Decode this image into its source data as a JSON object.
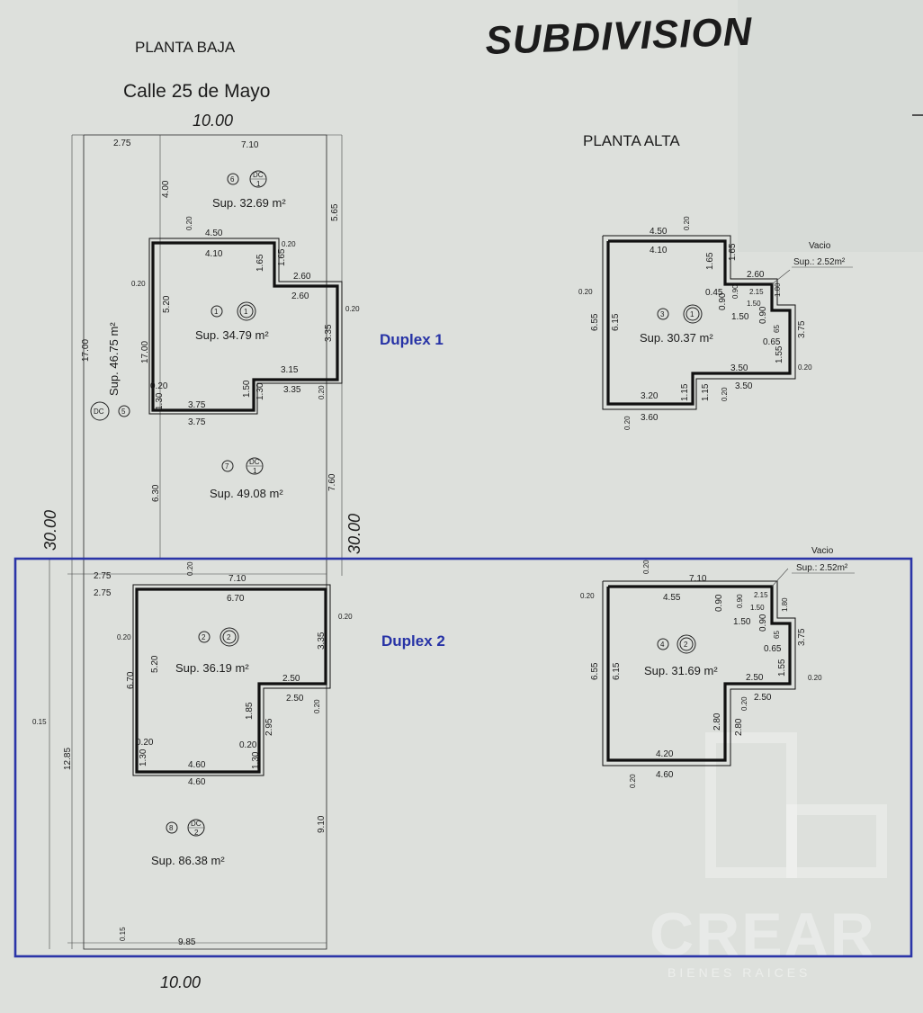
{
  "title": "SUBDIVISION",
  "ground_floor": {
    "heading": "PLANTA BAJA",
    "street": "Calle 25 de Mayo",
    "front_width": "10.00",
    "bottom_width": "10.00",
    "left_depth": "30.00",
    "right_depth": "30.00"
  },
  "upper_floor": {
    "heading": "PLANTA ALTA"
  },
  "labels": {
    "duplex1": "Duplex 1",
    "duplex2": "Duplex 2"
  },
  "lots": {
    "lot6": {
      "num": "6",
      "badge_top": "DC",
      "badge_bottom": "1",
      "area": "Sup. 32.69 m²"
    },
    "lot1": {
      "num": "1",
      "badge": "1",
      "area": "Sup. 34.79 m²"
    },
    "lot5": {
      "num": "5",
      "badge": "DC",
      "area": "Sup. 46.75 m²"
    },
    "lot7": {
      "num": "7",
      "badge_top": "DC",
      "badge_bottom": "1",
      "area": "Sup. 49.08 m²"
    },
    "lot2": {
      "num": "2",
      "badge": "2",
      "area": "Sup. 36.19 m²"
    },
    "lot8": {
      "num": "8",
      "badge_top": "DC",
      "badge_bottom": "2",
      "area": "Sup. 86.38 m²"
    },
    "lot3": {
      "num": "3",
      "badge": "1",
      "area": "Sup. 30.37 m²"
    },
    "lot4": {
      "num": "4",
      "badge": "2",
      "area": "Sup. 31.69 m²"
    }
  },
  "vacio": {
    "label": "Vacio",
    "area": "Sup.: 2.52m²"
  },
  "watermark": {
    "name": "CREAR",
    "sub": "BIENES RAICES"
  },
  "dims_pb": {
    "d275a": "2.75",
    "d710a": "7.10",
    "d400": "4.00",
    "d565": "5.65",
    "d020a": "0.20",
    "d450": "4.50",
    "d410": "4.10",
    "d020b": "0.20",
    "d165a": "1.65",
    "d165b": "1.65",
    "d260a": "2.60",
    "d260b": "2.60",
    "d020c": "0.20",
    "d020d": "0.20",
    "d520": "5.20",
    "d335a": "3.35",
    "d1700a": "17.00",
    "d1700b": "17.00",
    "d020e": "0.20",
    "d315": "3.15",
    "d335b": "3.35",
    "d130": "1.30",
    "d375a": "3.75",
    "d375b": "3.75",
    "d150": "1.50",
    "d130b": "1.30",
    "d020f": "0.20",
    "d630": "6.30",
    "d760": "7.60"
  },
  "dims_d2": {
    "d275b": "2.75",
    "d275c": "2.75",
    "d020g": "0.20",
    "d710b": "7.10",
    "d670a": "6.70",
    "d020h": "0.20",
    "d020i": "0.20",
    "d335c": "3.35",
    "d670b": "6.70",
    "d520b": "5.20",
    "d250a": "2.50",
    "d250b": "2.50",
    "d020j": "0.20",
    "d185": "1.85",
    "d295": "2.95",
    "d020k": "0.20",
    "d020l": "0.20",
    "d130c": "1.30",
    "d130d": "1.30",
    "d460a": "4.60",
    "d460b": "4.60",
    "d015a": "0.15",
    "d1285": "12.85",
    "d910": "9.10",
    "d015b": "0.15",
    "d985": "9.85"
  },
  "dims_pa1": {
    "d450": "4.50",
    "d020a": "0.20",
    "d410": "4.10",
    "d165a": "1.65",
    "d165b": "1.65",
    "d260": "2.60",
    "d020b": "0.20",
    "d655": "6.55",
    "d615": "6.15",
    "d045": "0.45",
    "d090a": "0.90",
    "d215": "2.15",
    "d150a": "1.50",
    "d180": "1.80",
    "d090b": "0.90",
    "d150b": "1.50",
    "d090c": "0.90",
    "d065a": "65",
    "d065b": "0.65",
    "d375": "3.75",
    "d155": "1.55",
    "d350a": "3.50",
    "d020c": "0.20",
    "d350b": "3.50",
    "d320": "3.20",
    "d115a": "1.15",
    "d115b": "1.15",
    "d020d": "0.20",
    "d360": "3.60",
    "d020e": "0.20"
  },
  "dims_pa2": {
    "d020a": "0.20",
    "d710": "7.10",
    "d020b": "0.20",
    "d455": "4.55",
    "d090a": "0.90",
    "d090b": "0.90",
    "d215": "2.15",
    "d150a": "1.50",
    "d180": "1.80",
    "d150b": "1.50",
    "d090c": "0.90",
    "d065a": "65",
    "d065b": "0.65",
    "d375": "3.75",
    "d655": "6.55",
    "d615": "6.15",
    "d250a": "2.50",
    "d155": "1.55",
    "d020c": "0.20",
    "d250b": "2.50",
    "d020d": "0.20",
    "d280a": "2.80",
    "d280b": "2.80",
    "d420": "4.20",
    "d460": "4.60",
    "d020e": "0.20"
  }
}
